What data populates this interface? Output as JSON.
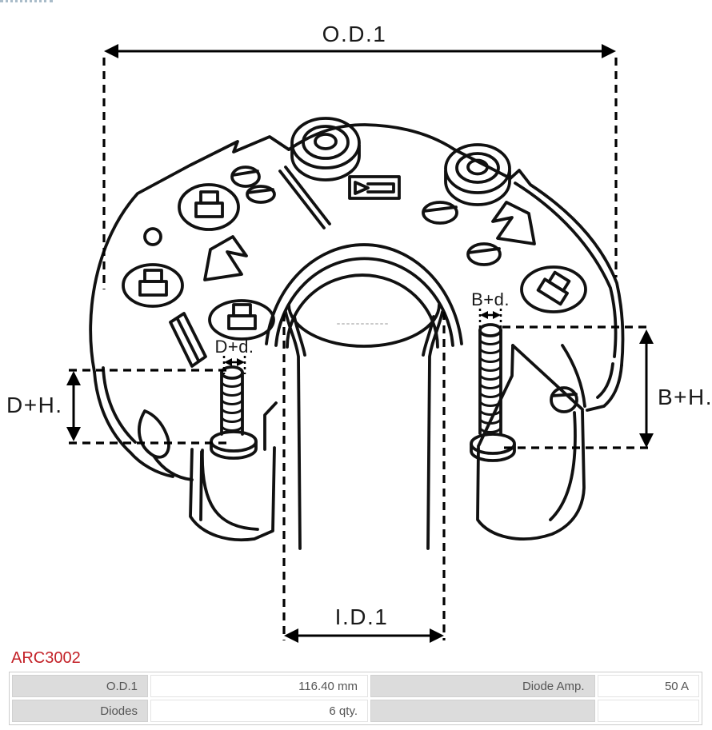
{
  "product": {
    "code": "ARC3002"
  },
  "diagram": {
    "labels": {
      "od1": "O.D.1",
      "id1": "I.D.1",
      "dh": "D+H.",
      "bh": "B+H.",
      "dd": "D+d.",
      "bd": "B+d."
    }
  },
  "table": {
    "rows": [
      [
        "O.D.1",
        "116.40 mm",
        "Diode Amp.",
        "50 A"
      ],
      [
        "Diodes",
        "6 qty.",
        "",
        ""
      ]
    ]
  },
  "colors": {
    "accent_red": "#c32127",
    "label_cell_bg": "#dcdcdc",
    "table_border": "#cccccc",
    "drawing_line": "#111111"
  }
}
